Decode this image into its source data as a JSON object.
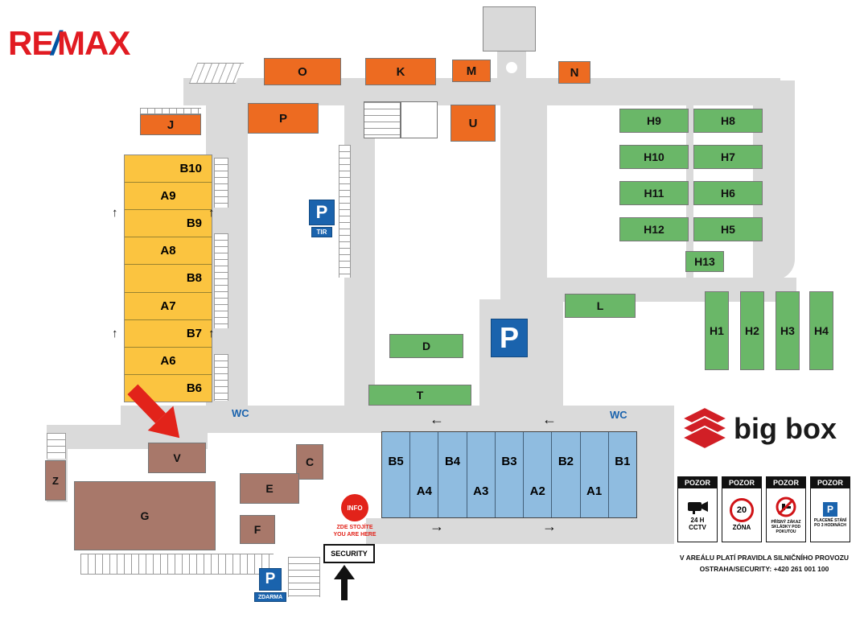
{
  "logo": {
    "re": "RE",
    "slash": "/",
    "max": "MAX"
  },
  "brand": {
    "name": "big box"
  },
  "icons": {
    "up": "↑",
    "left": "←",
    "right": "→"
  },
  "map": {
    "orange": {
      "o": "O",
      "k": "K",
      "m": "M",
      "n": "N",
      "j": "J",
      "p": "P",
      "u": "U"
    },
    "yellow": [
      "B10",
      "A9",
      "B9",
      "A8",
      "B8",
      "A7",
      "B7",
      "A6",
      "B6"
    ],
    "green": {
      "h9": "H9",
      "h8": "H8",
      "h10": "H10",
      "h7": "H7",
      "h11": "H11",
      "h6": "H6",
      "h12": "H12",
      "h5": "H5",
      "h13": "H13",
      "l": "L",
      "d": "D",
      "t": "T",
      "h1": "H1",
      "h2": "H2",
      "h3": "H3",
      "h4": "H4"
    },
    "blue": [
      "B5",
      "A4",
      "B4",
      "A3",
      "B3",
      "A2",
      "B2",
      "A1",
      "B1"
    ],
    "brown": {
      "z": "Z",
      "v": "V",
      "c": "C",
      "e": "E",
      "g": "G",
      "f": "F"
    },
    "wc": "WC",
    "security": "SECURITY",
    "parking": {
      "p": "P",
      "tir": "TIR",
      "zdarma": "ZDARMA"
    },
    "you_are_here": {
      "info": "INFO",
      "line1": "ZDE STOJÍTE",
      "line2": "YOU ARE HERE"
    }
  },
  "signs": {
    "pozor": "POZOR",
    "cctv": {
      "line1": "24 H",
      "line2": "CCTV"
    },
    "zone": {
      "speed": "20",
      "label": "ZÓNA"
    },
    "dump": {
      "line1": "PŘÍSNÝ ZÁKAZ",
      "line2": "SKLÁDKY POD",
      "line3": "POKUTOU"
    },
    "paid": {
      "p": "P",
      "line1": "PLACENÉ STÁNÍ",
      "line2": "PO 3 HODINÁCH"
    },
    "footer1": "V AREÁLU PLATÍ PRAVIDLA SILNIČNÍHO PROVOZU",
    "footer2": "OSTRAHA/SECURITY: +420 261 001 100"
  },
  "colors": {
    "orange": "#ED6B21",
    "yellow": "#FBC440",
    "green": "#6AB768",
    "blue_hall": "#8FBCE0",
    "brown": "#A8786A",
    "parking_blue": "#1A63AD",
    "road_gray": "#DADADA",
    "accent_red": "#E2231A",
    "remax_red": "#E11B22",
    "remax_blue": "#0054A4"
  }
}
